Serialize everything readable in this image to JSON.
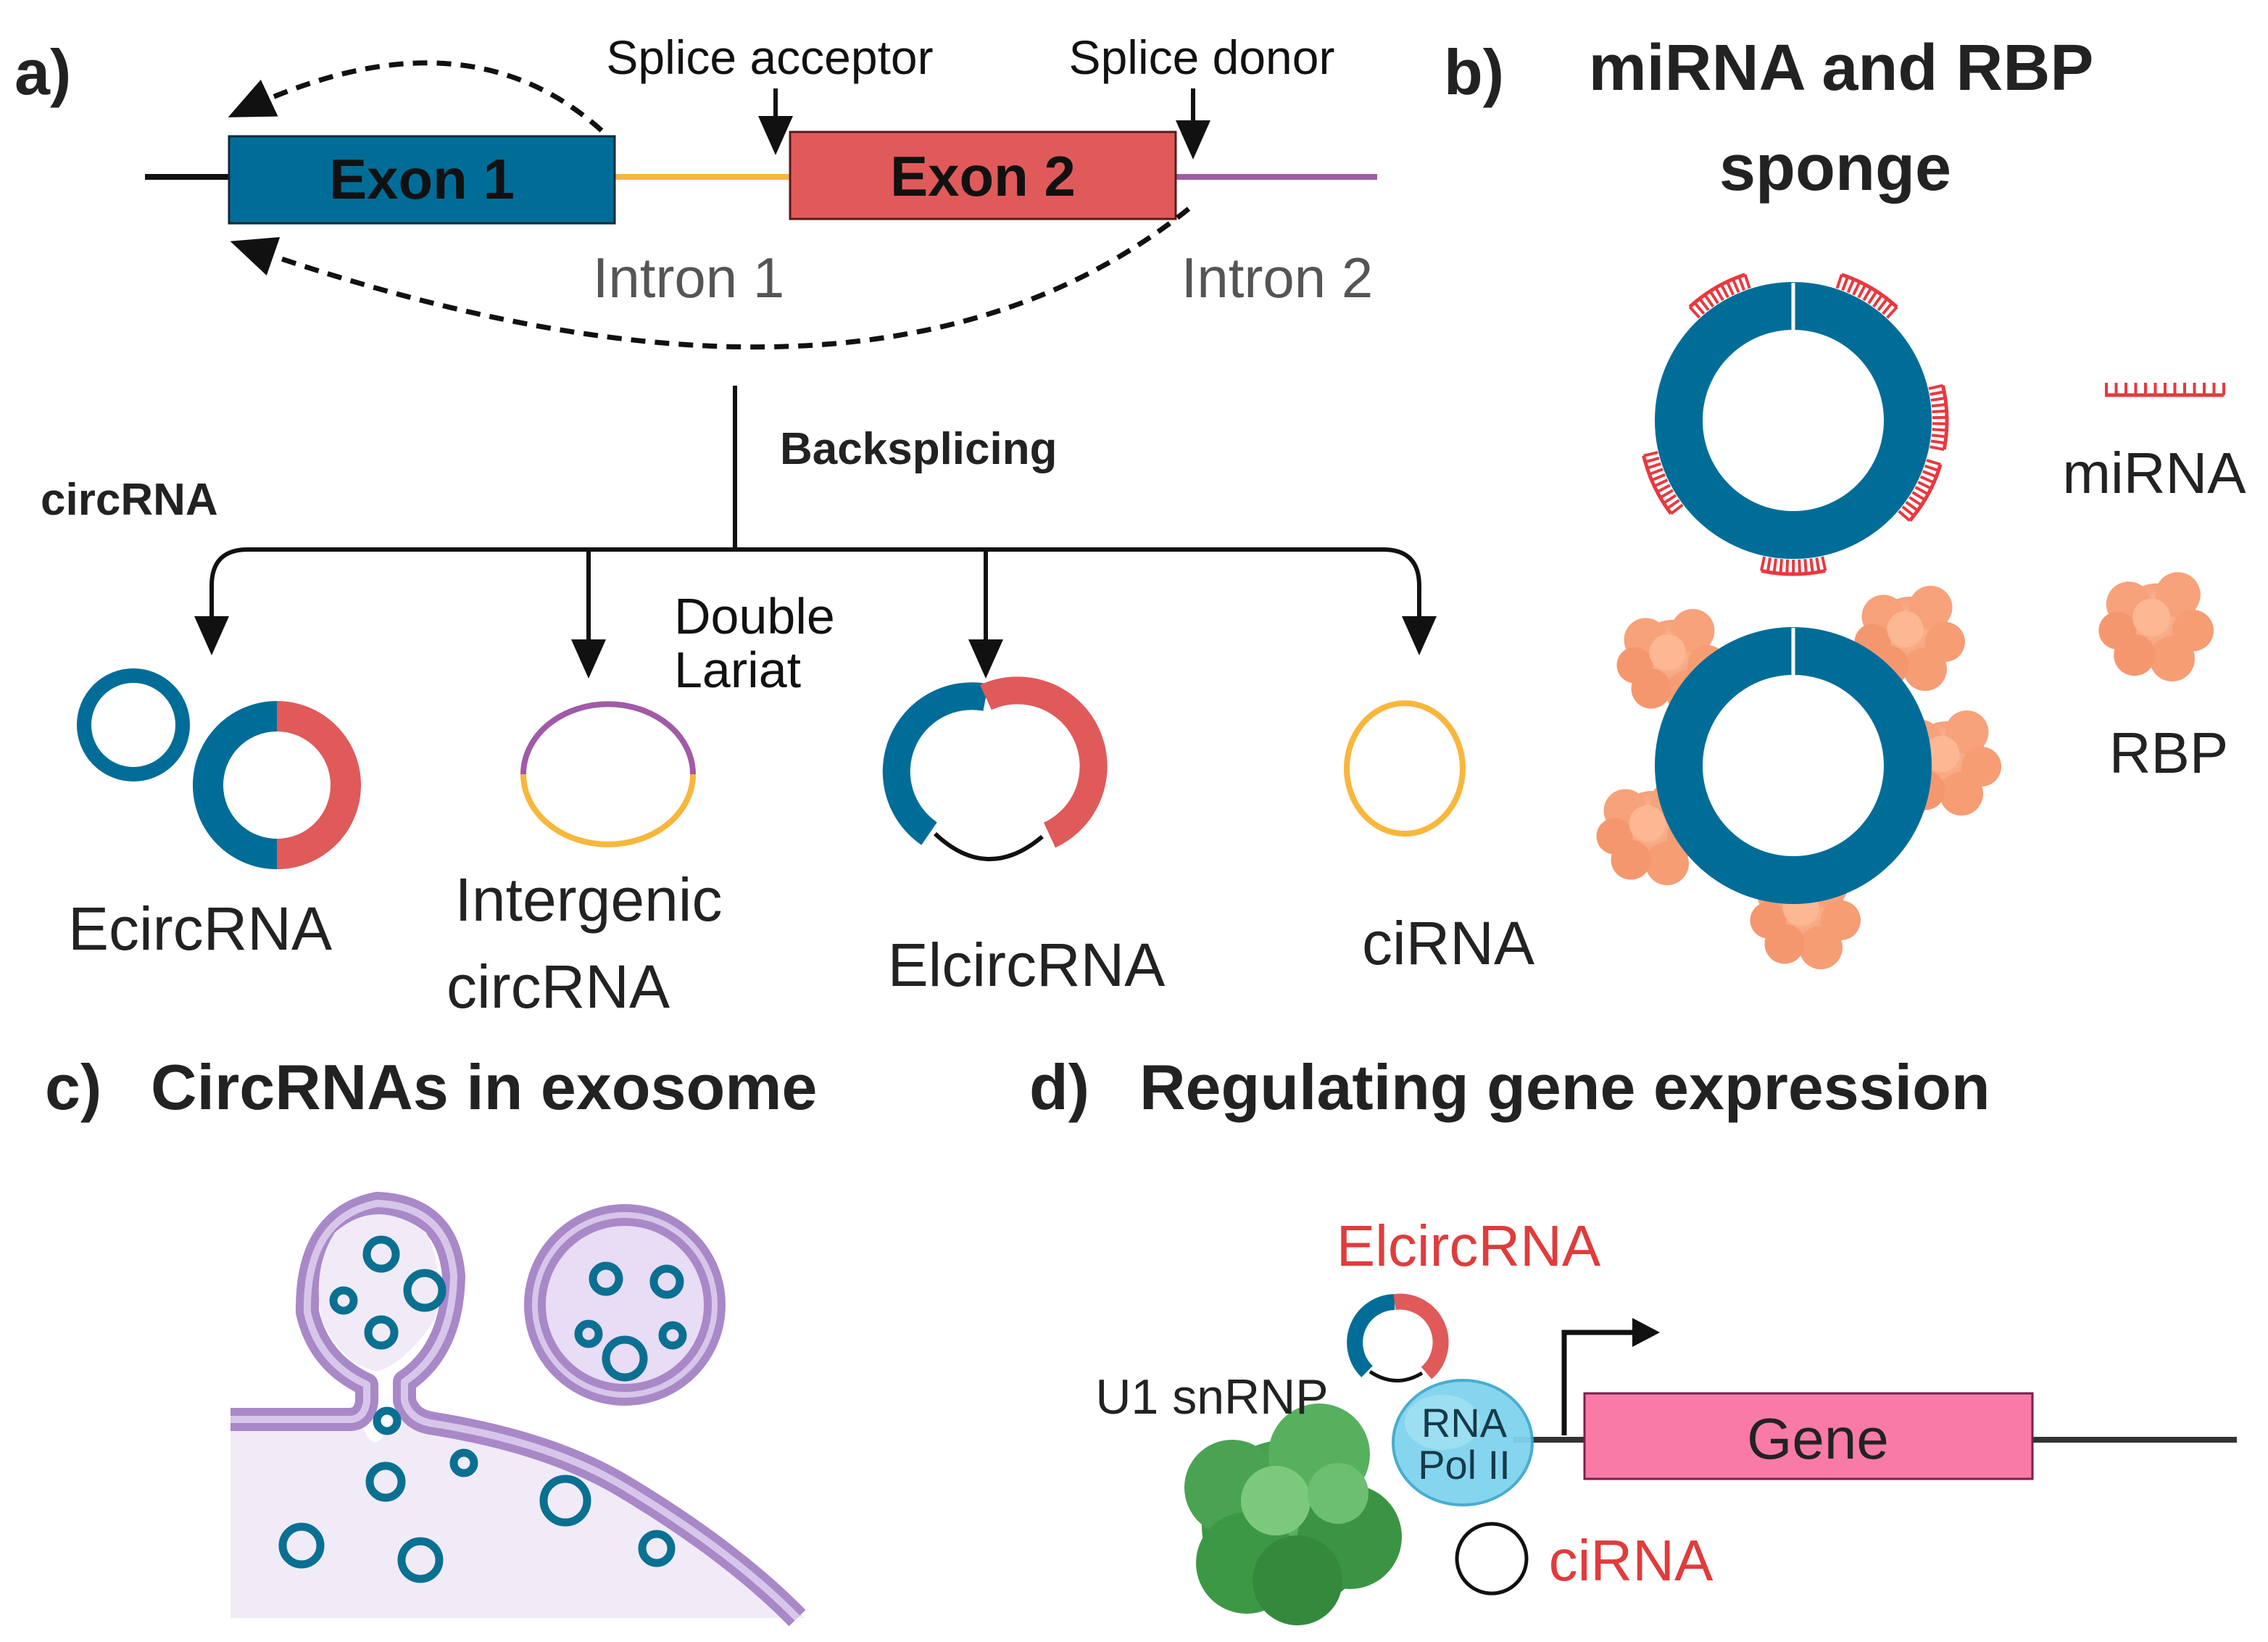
{
  "panel_a": {
    "label": "a)",
    "exon1": "Exon 1",
    "exon2": "Exon 2",
    "intron1": "Intron 1",
    "intron2": "Intron 2",
    "splice_acceptor": "Splice acceptor",
    "splice_donor": "Splice donor",
    "backsplicing": "Backsplicing",
    "circrna_heading": "circRNA",
    "double_lariat": [
      "Double",
      "Lariat"
    ],
    "types": [
      "EcircRNA",
      "Intergenic",
      "circRNA",
      "ElcircRNA",
      "ciRNA"
    ]
  },
  "panel_b": {
    "label": "b)",
    "title_line1": "miRNA and RBP",
    "title_line2": "sponge",
    "mirna_legend": "miRNA",
    "rbp_legend": "RBP"
  },
  "panel_c": {
    "label": "c)",
    "title": "CircRNAs in exosome"
  },
  "panel_d": {
    "label": "d)",
    "title": "Regulating gene expression",
    "elcircrna": "ElcircRNA",
    "u1": "U1 snRNP",
    "pol_line1": "RNA",
    "pol_line2": "Pol II",
    "gene": "Gene",
    "cirna": "ciRNA"
  },
  "colors": {
    "exon1": "#006d98",
    "exon2": "#e05a5a",
    "intron1": "#f8b73c",
    "intron2": "#a15aa8",
    "mirna": "#e8393f",
    "rbp": "#f9a37c",
    "exosome_membrane": "#a988c8",
    "exosome_fill": "#f1ebf8",
    "circ": "#0a7092",
    "pol": "#7fd3ee",
    "u1": "#3f9a47",
    "gene_fill": "#f97aa7",
    "gene_stroke": "#7a1f4c",
    "red_label": "#e03c3c",
    "text_grey": "#555555"
  },
  "icons": [
    "dashed-arc-arrow",
    "down-arrow",
    "right-bent-arrow",
    "mirna-comb",
    "rbp-blob",
    "exosome-vesicle",
    "circ-ring",
    "u1-snrnp-blob"
  ]
}
